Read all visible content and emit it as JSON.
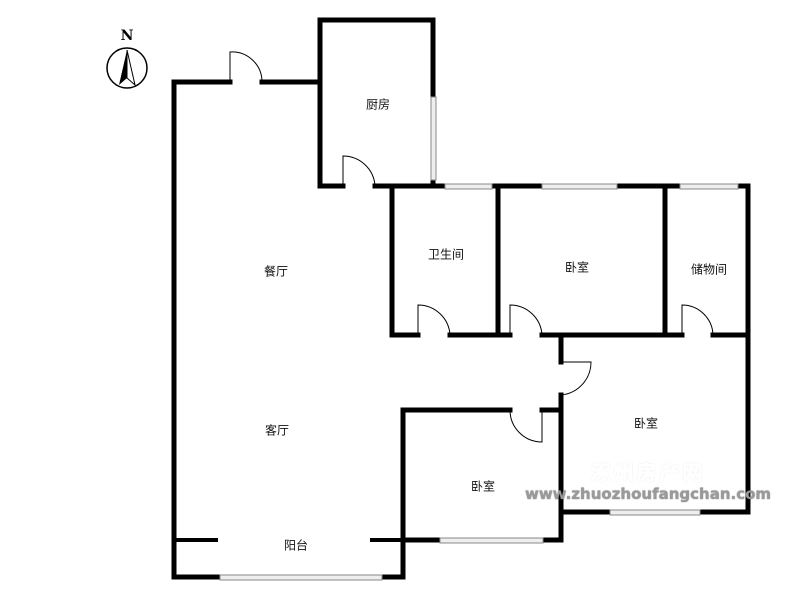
{
  "compass": {
    "label": "N"
  },
  "rooms": {
    "kitchen": "厨房",
    "dining": "餐厅",
    "bathroom": "卫生间",
    "bedroom_top": "卧室",
    "storage": "储物间",
    "living": "客厅",
    "bedroom_right": "卧室",
    "bedroom_bottom": "卧室",
    "balcony": "阳台"
  },
  "watermark": {
    "name": "涿州房产网",
    "url": "www.zhuozhoufangchan.com"
  }
}
